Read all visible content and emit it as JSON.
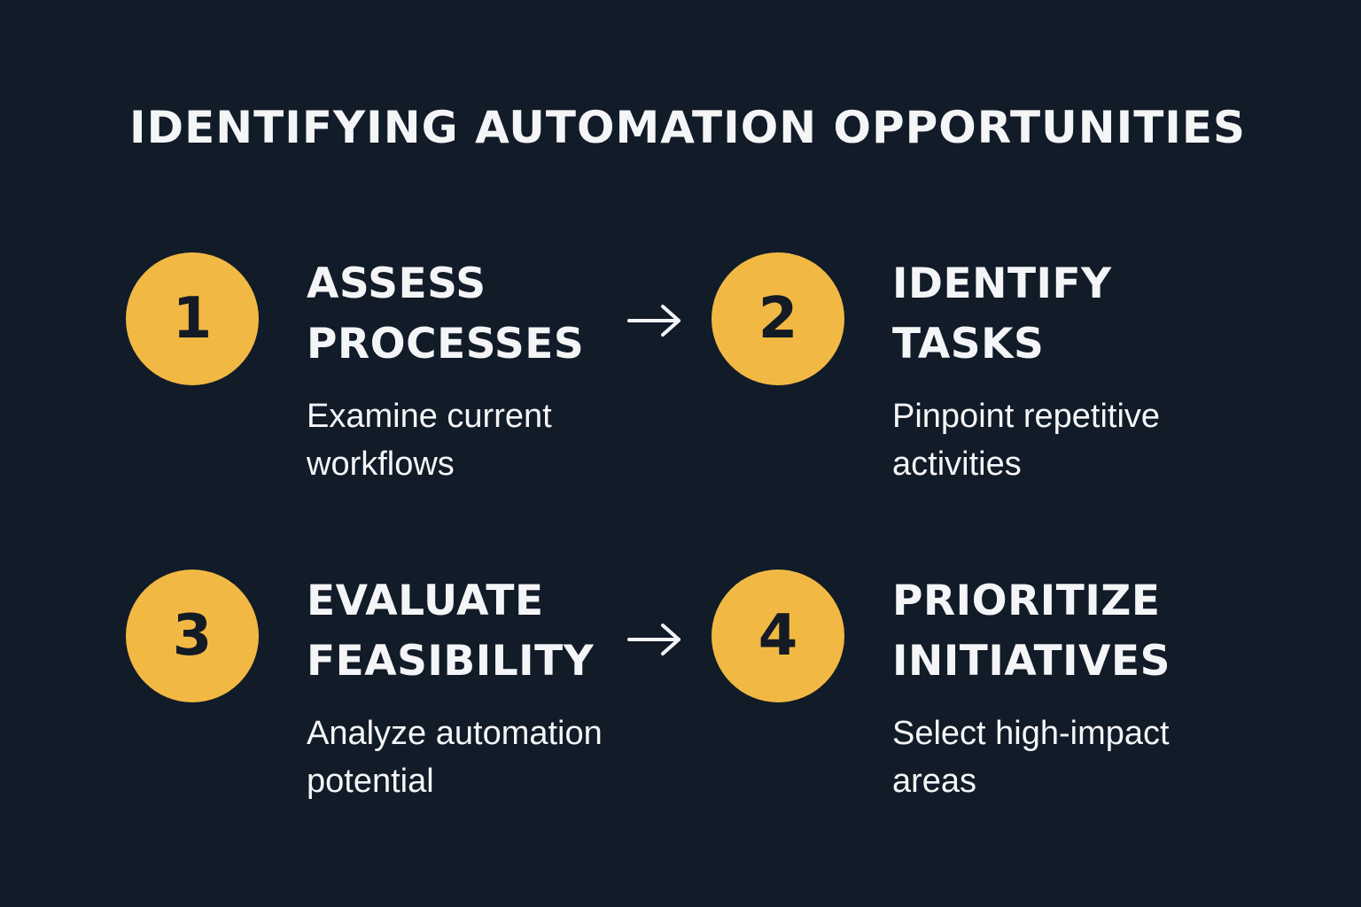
{
  "title": "IDENTIFYING AUTOMATION OPPORTUNITIES",
  "colors": {
    "background": "#121b28",
    "badge": "#f1b944",
    "badge_text": "#141b25",
    "text": "#f4f5f7"
  },
  "steps": [
    {
      "number": "1",
      "title": "ASSESS PROCESSES",
      "description": "Examine current workflows"
    },
    {
      "number": "2",
      "title": "IDENTIFY TASKS",
      "description": "Pinpoint repetitive activities"
    },
    {
      "number": "3",
      "title": "EVALUATE FEASIBILITY",
      "description": "Analyze automation potential"
    },
    {
      "number": "4",
      "title": "PRIORITIZE INITIATIVES",
      "description": "Select high-impact areas"
    }
  ],
  "connectors": [
    {
      "from": "1",
      "to": "2",
      "icon": "arrow-right-icon"
    },
    {
      "from": "3",
      "to": "4",
      "icon": "arrow-right-icon"
    }
  ]
}
